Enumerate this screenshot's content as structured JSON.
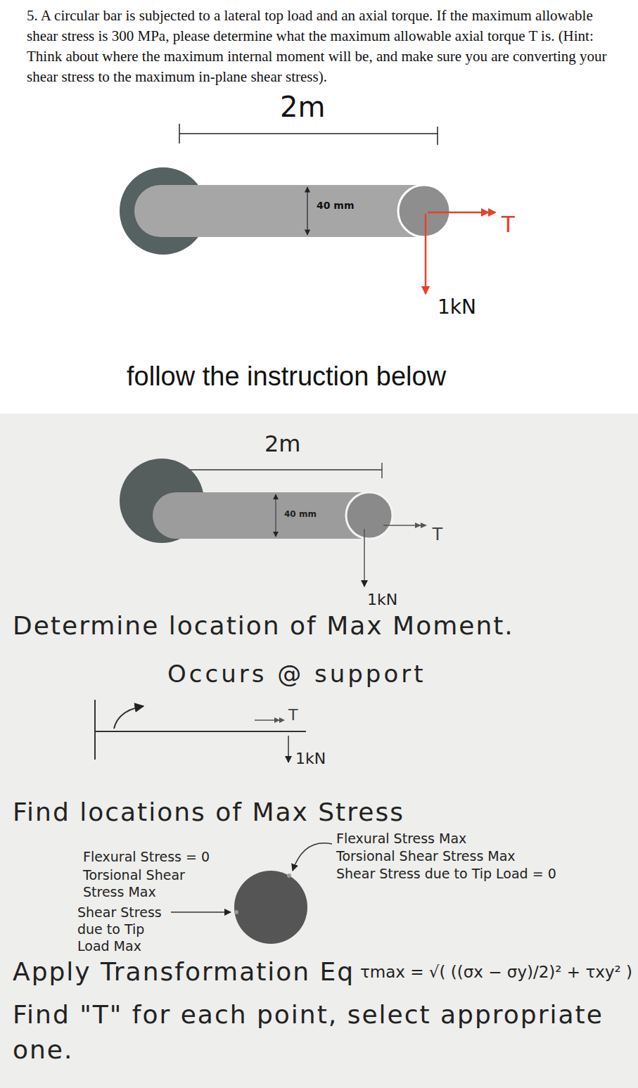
{
  "diagram": {
    "labels": [
      "5. A circular bar is subjected to a lateral top load and an axial torque. If the maximum allowable shear stress is 300 MPa, please determine what the maximum allowable axial torque T is. (Hint: Think about where the maximum internal moment will be, and make sure you are converting your shear stress to the maximum in-plane shear stress).",
      "2m",
      "40 mm",
      "T",
      "1kN",
      "follow the instruction below",
      "2m",
      "40 mm",
      "T",
      "1kN",
      "Determine location of Max Moment.",
      "Occurs @ support",
      "T",
      "1kN",
      "Find locations of Max Stress",
      "Flexural Stress = 0",
      "Torsional Shear Stress Max",
      "Shear Stress due to Tip Load Max",
      "Flexural Stress Max",
      "Torsional Shear Stress Max",
      "Shear Stress due to Tip Load = 0",
      "Apply Transformation Eq",
      "τmax = √( ((σx − σy)/2)² + τxy² )",
      "Find \"T\" for each point, select appropriate one."
    ]
  }
}
